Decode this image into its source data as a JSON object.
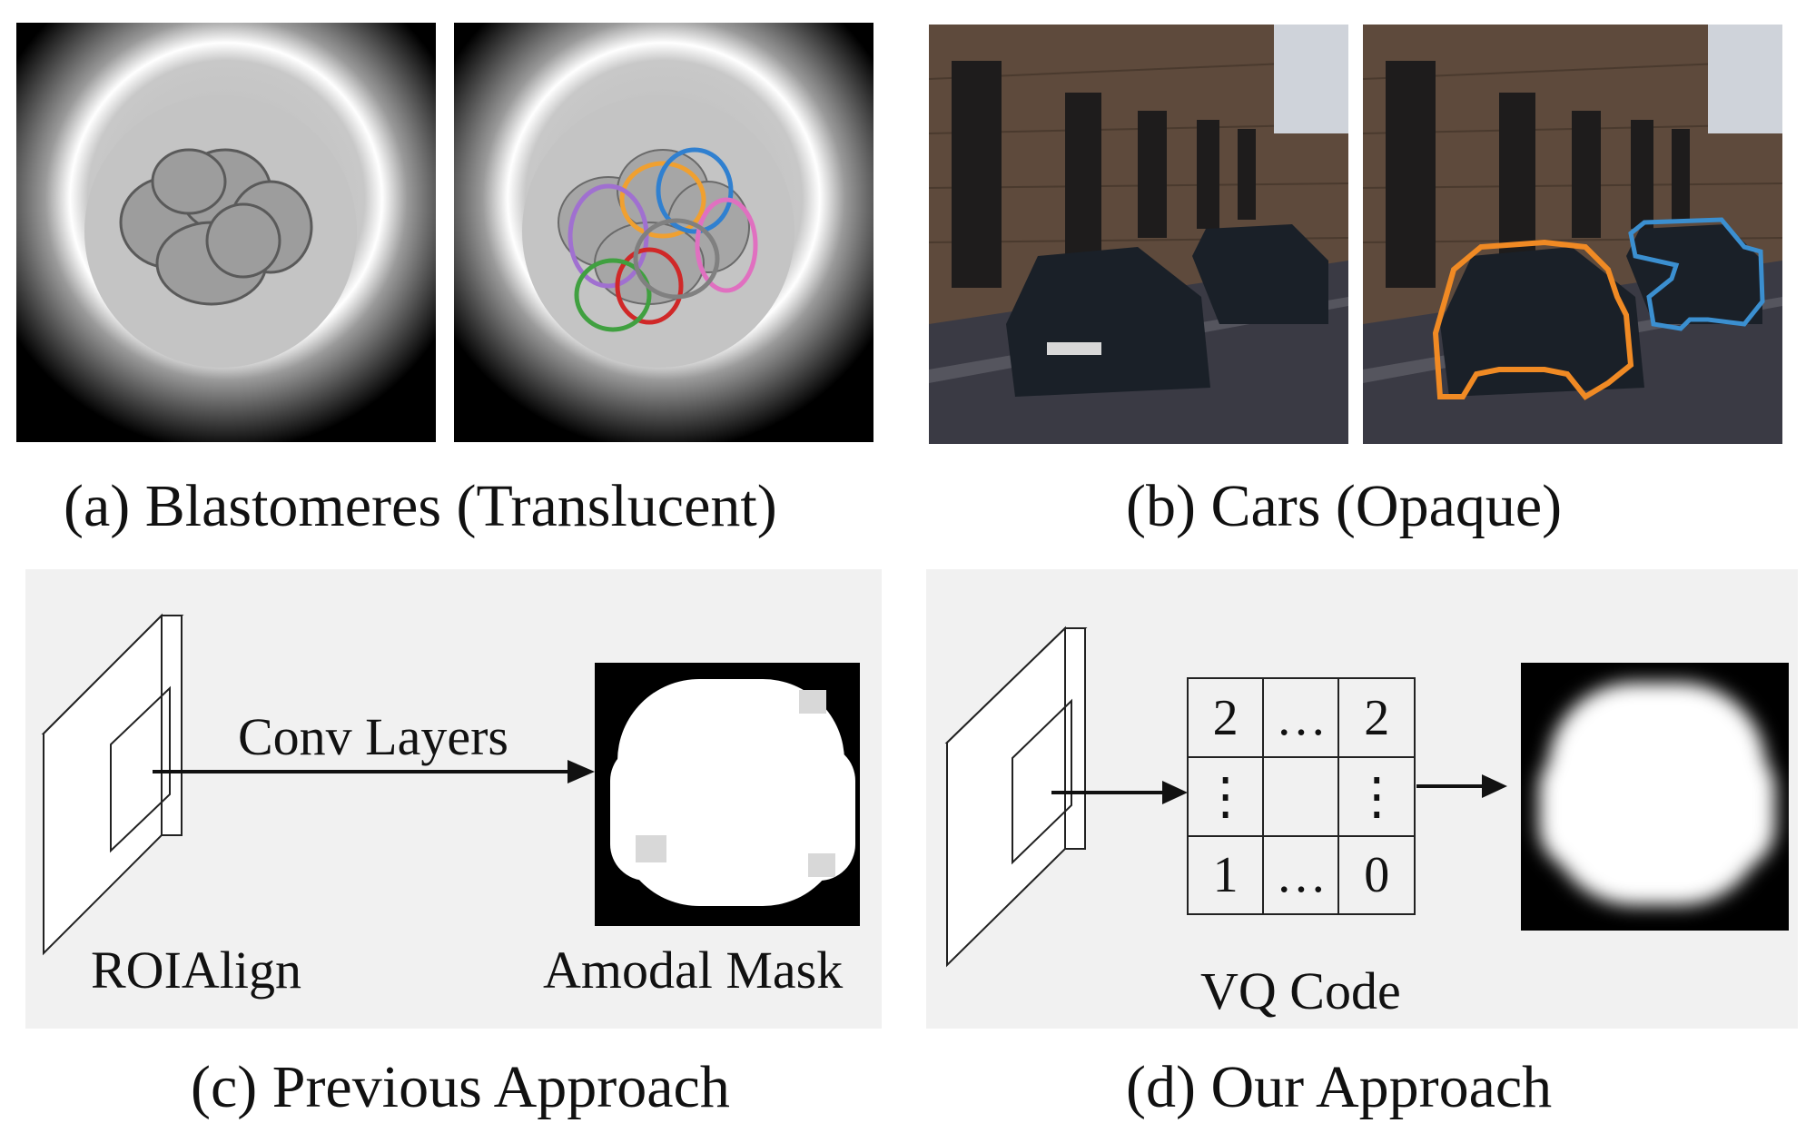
{
  "panels": {
    "a": {
      "caption": "(a) Blastomeres (Translucent)"
    },
    "b": {
      "caption": "(b) Cars (Opaque)"
    },
    "c": {
      "caption": "(c) Previous Approach",
      "arrow_label": "Conv Layers",
      "input_label": "ROIAlign",
      "output_label": "Amodal Mask"
    },
    "d": {
      "caption": "(d) Our Approach",
      "code_label": "VQ Code",
      "grid": [
        [
          "2",
          "…",
          "2"
        ],
        [
          "⋮",
          "",
          "⋮"
        ],
        [
          "1",
          "…",
          "0"
        ]
      ]
    }
  },
  "colors": {
    "cell_outlines": [
      "#f0a030",
      "#a070d0",
      "#3080d0",
      "#e070c0",
      "#d02828",
      "#40a040",
      "#808080"
    ],
    "car_front": "#f08a24",
    "car_back": "#3b8fd0",
    "panel_background": "#f1f1f1"
  }
}
